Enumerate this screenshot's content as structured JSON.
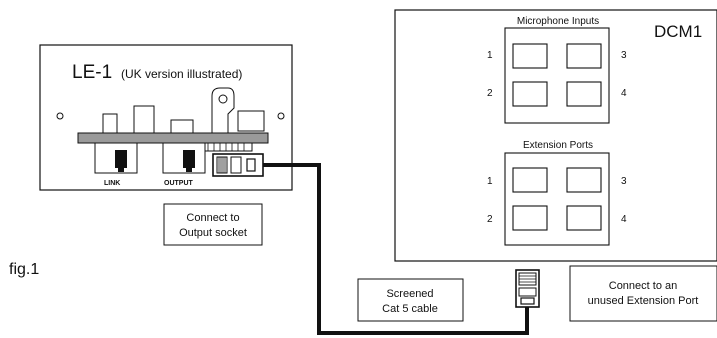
{
  "device": {
    "title": "LE-1",
    "subtitle": "(UK version illustrated)",
    "link_label": "LINK",
    "output_label": "OUTPUT"
  },
  "note_output": {
    "line1": "Connect to",
    "line2": "Output socket"
  },
  "dcm": {
    "title": "DCM1",
    "mic_label": "Microphone Inputs",
    "ext_label": "Extension Ports",
    "port_numbers": [
      "1",
      "2",
      "3",
      "4"
    ]
  },
  "cable_note": {
    "line1": "Screened",
    "line2": "Cat 5 cable"
  },
  "ext_note": {
    "line1": "Connect to an",
    "line2": "unused Extension Port"
  },
  "figure_label": "fig.1"
}
